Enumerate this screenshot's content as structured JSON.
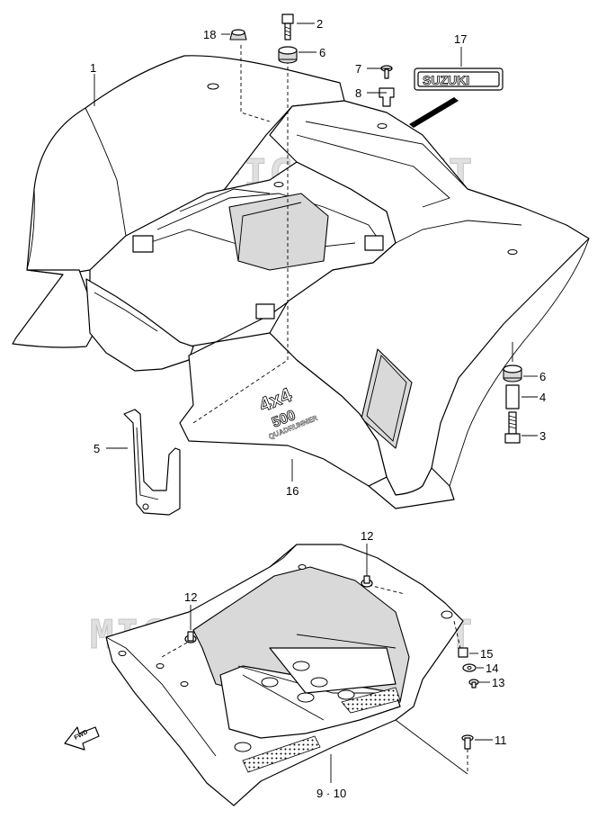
{
  "watermark": "MICROFICHES.NET",
  "emblem": {
    "brand": "SUZUKI",
    "badge_top": "4x4",
    "badge_mid": "500",
    "badge_bottom": "QUADRUNNER"
  },
  "direction_label": "FWD",
  "callouts": [
    {
      "id": "c1",
      "label": "1"
    },
    {
      "id": "c2",
      "label": "2"
    },
    {
      "id": "c3",
      "label": "3"
    },
    {
      "id": "c4",
      "label": "4"
    },
    {
      "id": "c5",
      "label": "5"
    },
    {
      "id": "c6a",
      "label": "6"
    },
    {
      "id": "c6b",
      "label": "6"
    },
    {
      "id": "c7",
      "label": "7"
    },
    {
      "id": "c8",
      "label": "8"
    },
    {
      "id": "c9",
      "label": "9 · 10"
    },
    {
      "id": "c11",
      "label": "11"
    },
    {
      "id": "c12a",
      "label": "12"
    },
    {
      "id": "c12b",
      "label": "12"
    },
    {
      "id": "c13",
      "label": "13"
    },
    {
      "id": "c14",
      "label": "14"
    },
    {
      "id": "c15",
      "label": "15"
    },
    {
      "id": "c16",
      "label": "16"
    },
    {
      "id": "c17",
      "label": "17"
    },
    {
      "id": "c18",
      "label": "18"
    }
  ]
}
